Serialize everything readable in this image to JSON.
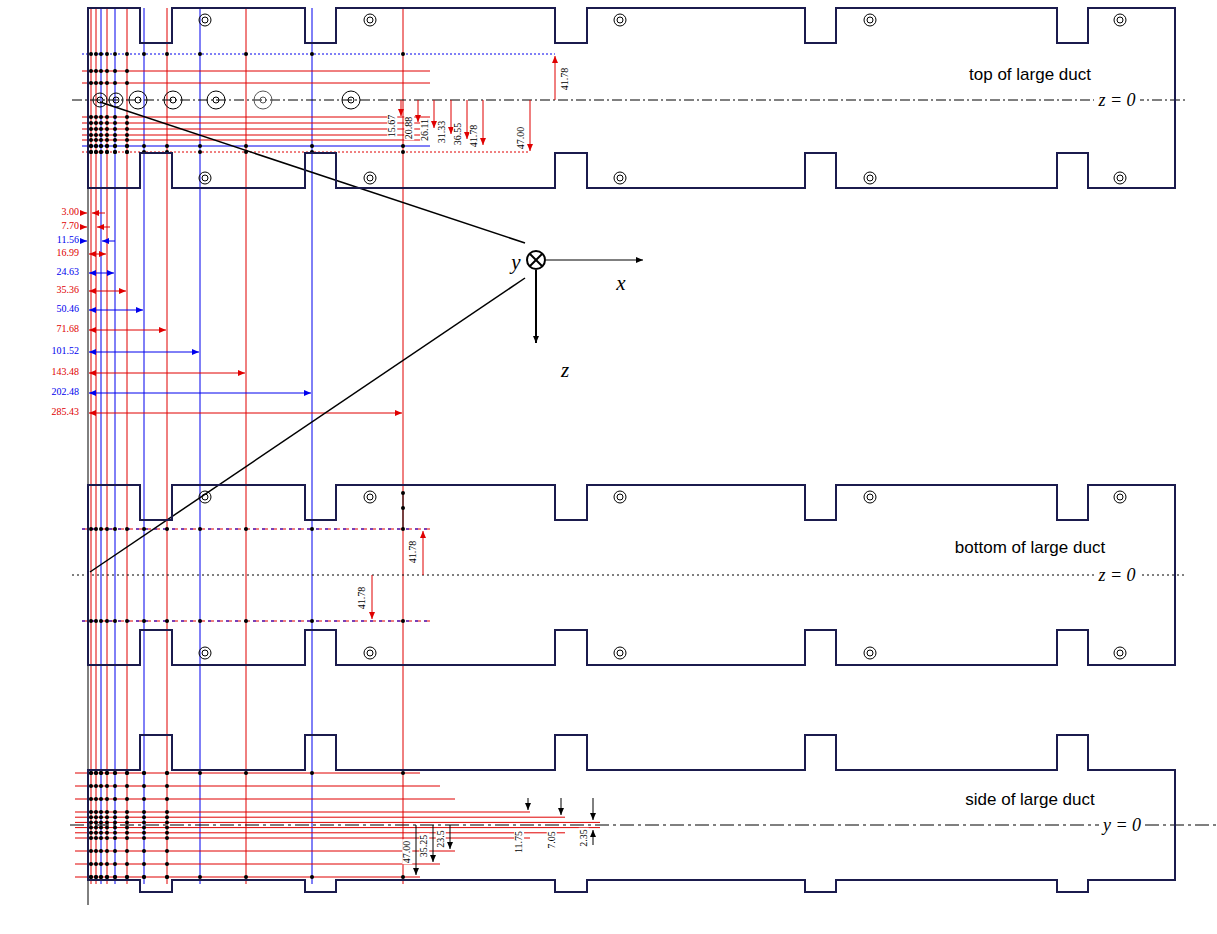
{
  "diagram": {
    "nodes": [
      {
        "text": [
          "top of large duct"
        ]
      },
      {
        "text": [
          "bottom of large duct"
        ]
      },
      {
        "text": [
          "side of large duct"
        ]
      }
    ],
    "labels": [
      "z = 0",
      "z = 0",
      "y = 0",
      "y",
      "x",
      "z",
      "3.00",
      "7.70",
      "11.56",
      "16.99",
      "24.63",
      "35.36",
      "50.46",
      "71.68",
      "101.52",
      "143.48",
      "202.48",
      "285.43",
      "41.78",
      "15.67",
      "20.88",
      "26.11",
      "31.33",
      "36.55",
      "41.78",
      "47.00",
      "41.78",
      "41.78",
      "47.00",
      "35.25",
      "23.5",
      "11.75",
      "7.05",
      "2.35"
    ]
  }
}
